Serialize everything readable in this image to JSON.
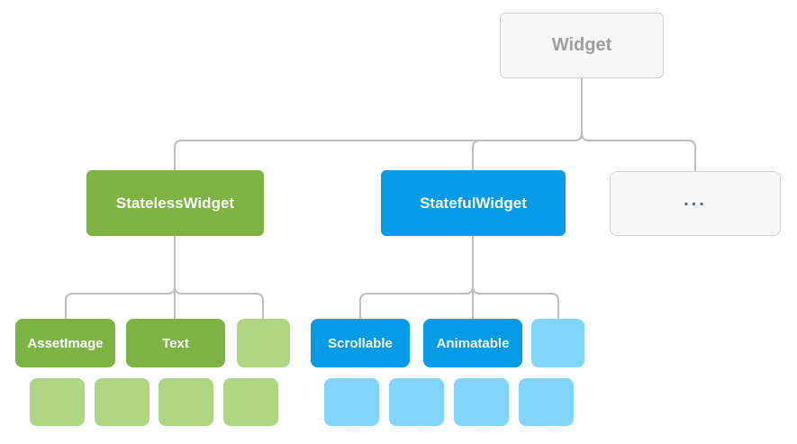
{
  "diagram": {
    "type": "tree",
    "root": {
      "label": "Widget"
    },
    "branches": [
      {
        "label": "StatelessWidget",
        "color_role": "green",
        "children": [
          {
            "label": "AssetImage"
          },
          {
            "label": "Text"
          },
          {
            "label": "",
            "variant": "light-green-unlabeled"
          }
        ],
        "leaf_row": {
          "count": 4,
          "variant": "light-green-unlabeled"
        }
      },
      {
        "label": "StatefulWidget",
        "color_role": "blue",
        "children": [
          {
            "label": "Scrollable"
          },
          {
            "label": "Animatable"
          },
          {
            "label": "",
            "variant": "light-blue-unlabeled"
          }
        ],
        "leaf_row": {
          "count": 4,
          "variant": "light-blue-unlabeled"
        }
      },
      {
        "label": "...",
        "color_role": "gray"
      }
    ]
  },
  "colors": {
    "green": "#7CB342",
    "light_green": "#AED581",
    "blue": "#039BE5",
    "light_blue": "#81D4FA",
    "gray_bg": "#F7F7F7",
    "gray_border": "#D2D2D2",
    "gray_text": "#9E9E9E",
    "line": "#BDBDBD",
    "dots": "#546E7A"
  }
}
